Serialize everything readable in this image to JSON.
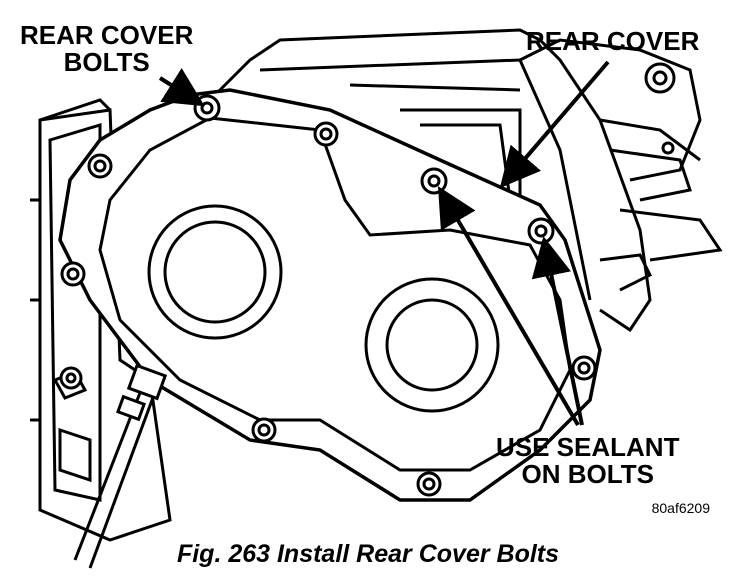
{
  "labels": {
    "rear_cover_bolts": [
      "REAR COVER",
      "BOLTS"
    ],
    "rear_cover": "REAR COVER",
    "use_sealant": [
      "USE SEALANT",
      "ON BOLTS"
    ],
    "drawing_code": "80af6209"
  },
  "caption": "Fig. 263 Install Rear Cover Bolts"
}
